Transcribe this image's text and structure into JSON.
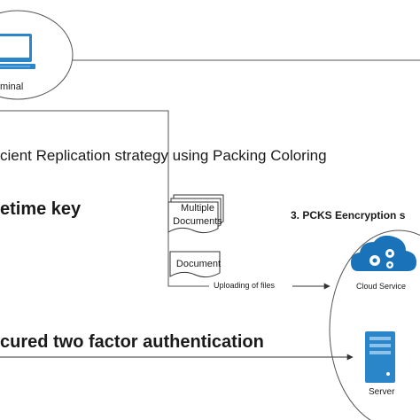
{
  "terminal": {
    "label": "minal",
    "icon": "monitor-icon"
  },
  "headings": {
    "replication": "cient Replication strategy using Packing Coloring",
    "key": "etime key",
    "encryption": "3. PCKS Eencryption s",
    "auth": "cured two factor authentication"
  },
  "documents": {
    "multiple_label": "Multiple Documents",
    "single_label": "Document"
  },
  "edges": {
    "upload_label": "Uploading of files"
  },
  "cloud": {
    "label": "Cloud Service",
    "icon": "cloud-gear-icon",
    "color": "#1a73b8"
  },
  "server": {
    "label": "Server",
    "icon": "server-icon",
    "color": "#2a86c8"
  },
  "colors": {
    "line": "#555555",
    "arrow": "#333333"
  }
}
